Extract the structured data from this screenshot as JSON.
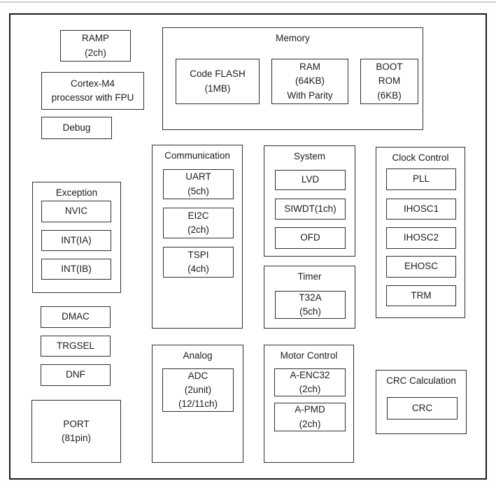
{
  "colors": {
    "outer_border": "#1a1a1a",
    "inner_border": "#2e2e2e",
    "background": "#ffffff",
    "text": "#1c1c1c"
  },
  "cpu": {
    "ramp": "RAMP\n(2ch)",
    "cortex": "Cortex-M4\nprocessor with FPU",
    "debug": "Debug"
  },
  "exception": {
    "title": "Exception",
    "items": {
      "nvic": "NVIC",
      "int_ia": "INT(IA)",
      "int_ib": "INT(IB)"
    }
  },
  "left_misc": {
    "dmac": "DMAC",
    "trgsel": "TRGSEL",
    "dnf": "DNF",
    "port": "PORT\n(81pin)"
  },
  "memory": {
    "title": "Memory",
    "items": {
      "code_flash": "Code FLASH\n(1MB)",
      "ram": "RAM\n(64KB)\nWith Parity",
      "boot_rom": "BOOT\nROM\n(6KB)"
    }
  },
  "communication": {
    "title": "Communication",
    "items": {
      "uart": "UART\n(5ch)",
      "ei2c": "EI2C\n(2ch)",
      "tspi": "TSPI\n(4ch)"
    }
  },
  "system": {
    "title": "System",
    "items": {
      "lvd": "LVD",
      "siwdt": "SIWDT(1ch)",
      "ofd": "OFD"
    }
  },
  "clock_control": {
    "title": "Clock Control",
    "items": {
      "pll": "PLL",
      "ihosc1": "IHOSC1",
      "ihosc2": "IHOSC2",
      "ehosc": "EHOSC",
      "trm": "TRM"
    }
  },
  "timer": {
    "title": "Timer",
    "items": {
      "t32a": "T32A\n(5ch)"
    }
  },
  "analog": {
    "title": "Analog",
    "items": {
      "adc": "ADC\n(2unit)\n(12/11ch)"
    }
  },
  "motor_control": {
    "title": "Motor Control",
    "items": {
      "a_enc32": "A-ENC32\n(2ch)",
      "a_pmd": "A-PMD\n(2ch)"
    }
  },
  "crc_calculation": {
    "title": "CRC Calculation",
    "items": {
      "crc": "CRC"
    }
  }
}
